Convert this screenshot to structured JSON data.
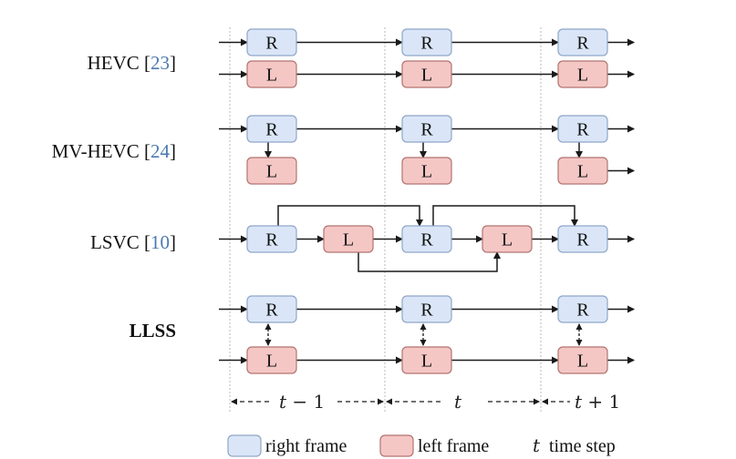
{
  "rows": [
    {
      "id": "hevc",
      "name": "HEVC",
      "ref": "23",
      "bold": false
    },
    {
      "id": "mv-hevc",
      "name": "MV-HEVC",
      "ref": "24",
      "bold": false
    },
    {
      "id": "lsvc",
      "name": "LSVC",
      "ref": "10",
      "bold": false
    },
    {
      "id": "llss",
      "name": "LLSS",
      "ref": "",
      "bold": true
    }
  ],
  "frames": {
    "right_label": "R",
    "left_label": "L"
  },
  "time_steps": [
    {
      "label_var": "t",
      "label_rest": " − 1"
    },
    {
      "label_var": "t",
      "label_rest": ""
    },
    {
      "label_var": "t",
      "label_rest": " + 1"
    }
  ],
  "legend": {
    "right_frame": "right frame",
    "left_frame": "left frame",
    "time_symbol": "t",
    "time_step": "time step"
  },
  "colors": {
    "right_fill": "#dae6f7",
    "right_stroke": "#8fa6c8",
    "left_fill": "#f4c7c5",
    "left_stroke": "#b27470",
    "ref_link": "#4a7ab0",
    "line": "#1a1a1a",
    "guide": "#b8b8b8"
  }
}
